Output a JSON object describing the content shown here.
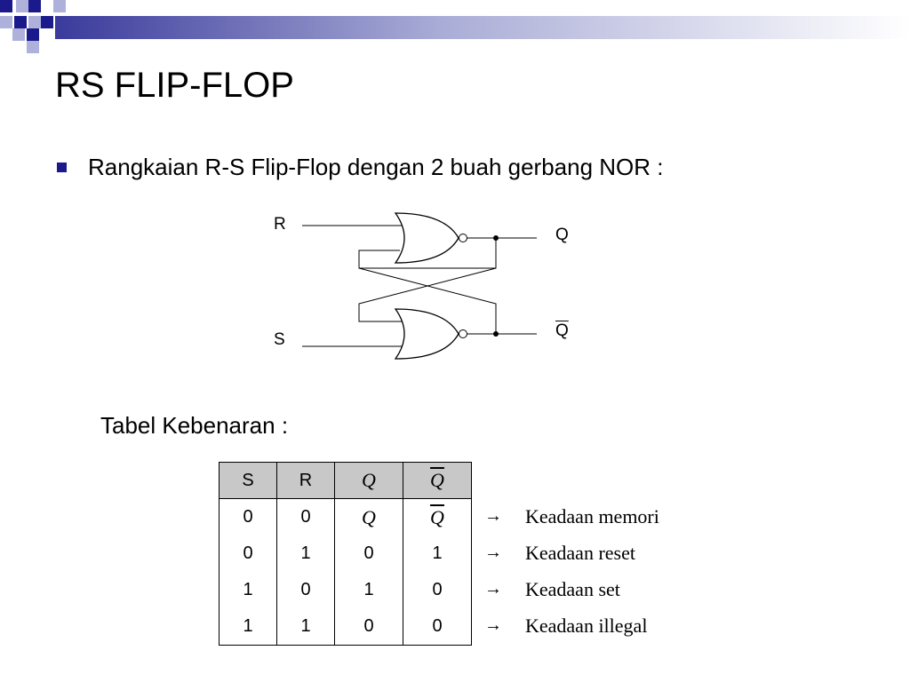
{
  "title": "RS FLIP-FLOP",
  "bullet": "Rangkaian R-S Flip-Flop dengan 2 buah gerbang NOR :",
  "circuit": {
    "input_top": "R",
    "input_bottom": "S",
    "output_top": "Q",
    "output_bottom": "Q"
  },
  "table_caption": "Tabel Kebenaran :",
  "truth_table": {
    "headers": [
      "S",
      "R",
      "Q",
      "Q"
    ],
    "rows": [
      [
        "0",
        "0",
        "Q",
        "Q"
      ],
      [
        "0",
        "1",
        "0",
        "1"
      ],
      [
        "1",
        "0",
        "1",
        "0"
      ],
      [
        "1",
        "1",
        "0",
        "0"
      ]
    ]
  },
  "notes": {
    "arrow": "→",
    "items": [
      "Keadaan memori",
      "Keadaan reset",
      "Keadaan set",
      "Keadaan illegal"
    ]
  },
  "colors": {
    "bullet": "#1a1a8c",
    "header_fill": "#c8c8c8",
    "deco_blue": "#1a1a8c",
    "deco_light": "#aeb2da"
  }
}
